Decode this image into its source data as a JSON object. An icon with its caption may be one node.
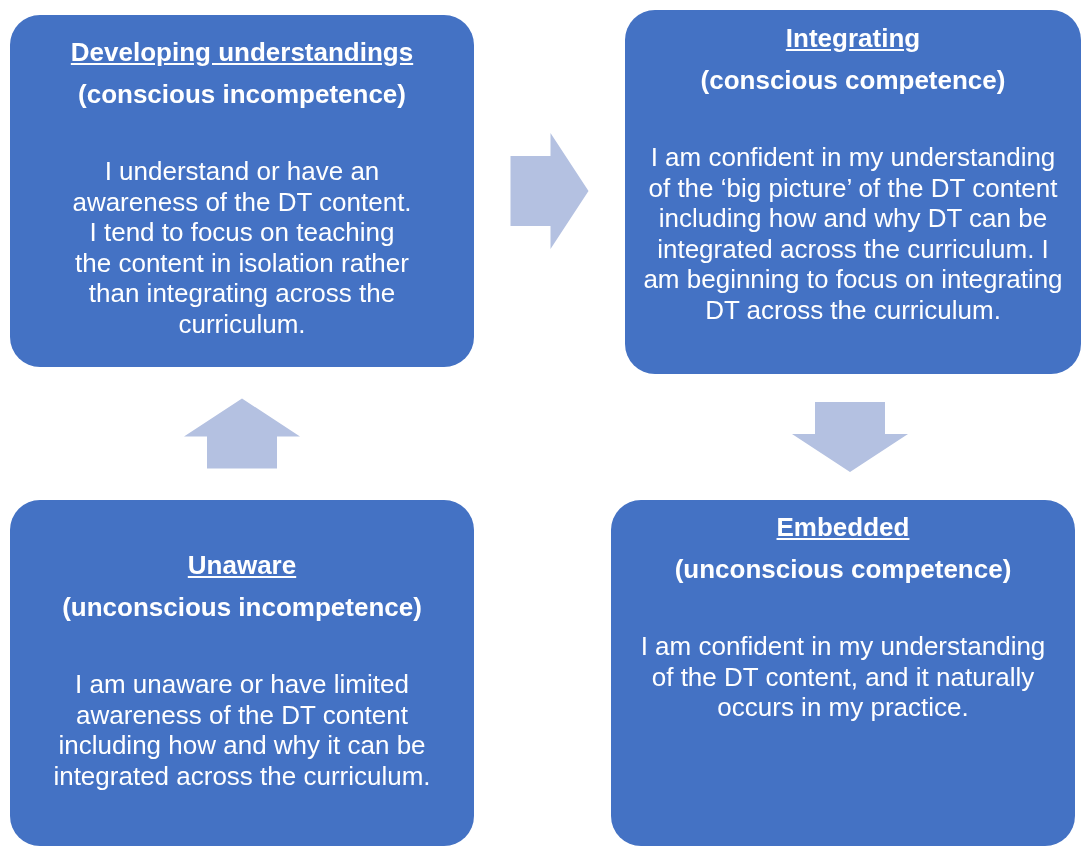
{
  "diagram": {
    "nodes": [
      {
        "text": [
          "Developing understandings",
          "(conscious incompetence)",
          "I understand or have an awareness of the DT content. I tend to focus on teaching the content in isolation rather than integrating across the curriculum."
        ]
      },
      {
        "text": [
          "Integrating",
          "(conscious competence)",
          "I am confident in my understanding of the ‘big picture’ of the DT content including how and why DT can be integrated across the curriculum. I am beginning to focus on integrating DT across the curriculum."
        ]
      },
      {
        "text": [
          "Unaware",
          "(unconscious incompetence)",
          "I am unaware or have limited awareness of the DT content including how and why it can be integrated across the curriculum."
        ]
      },
      {
        "text": [
          "Embedded",
          "(unconscious competence)",
          "I am confident in my understanding of the DT content, and it naturally occurs in my practice."
        ]
      }
    ],
    "edges": [
      {
        "from": 2,
        "to": 0,
        "arrow": "to"
      },
      {
        "from": 0,
        "to": 1,
        "arrow": "to"
      },
      {
        "from": 1,
        "to": 3,
        "arrow": "to"
      }
    ]
  }
}
